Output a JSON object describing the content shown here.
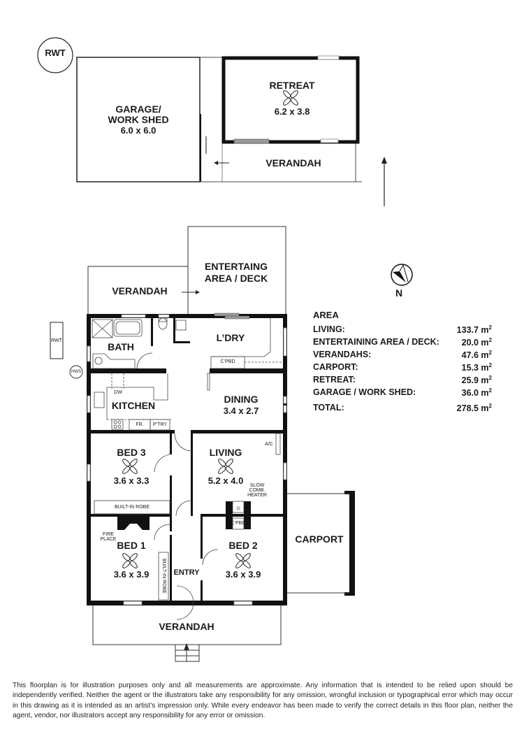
{
  "rooms": {
    "rwt_top": "RWT",
    "garage": {
      "name_line1": "GARAGE/",
      "name_line2": "WORK SHED",
      "dims": "6.0 x 6.0"
    },
    "retreat": {
      "name": "RETREAT",
      "dims": "6.2 x 3.8"
    },
    "verandah_rear_outbuilding": "VERANDAH",
    "entertaining": {
      "name_line1": "ENTERTAING",
      "name_line2": "AREA / DECK"
    },
    "verandah_rear": "VERANDAH",
    "bath": "BATH",
    "laundry": "L’DRY",
    "laundry_cupboard": "C’PBD",
    "rwt_side": "RWT",
    "hws": "HWS",
    "kitchen": {
      "name": "KITCHEN",
      "dw": "DW",
      "fridge": "FR.",
      "pantry": "P’TRY"
    },
    "dining": {
      "name": "DINING",
      "dims": "3.4 x 2.7"
    },
    "bed3": {
      "name": "BED 3",
      "dims": "3.6 x 3.3",
      "robe": "BUILT-IN ROBE"
    },
    "living": {
      "name": "LIVING",
      "dims": "5.2 x 4.0",
      "ac": "A/C",
      "heater_line1": "SLOW",
      "heater_line2": "COMB.",
      "heater_line3": "HEATER"
    },
    "bed1": {
      "name": "BED 1",
      "dims": "3.6 x 3.9",
      "fireplace_line1": "FIRE",
      "fireplace_line2": "PLACE",
      "robe": "BUILT-IN ROBE"
    },
    "bed2": {
      "name": "BED 2",
      "dims": "3.6 x 3.9",
      "cupboard": "C’PBD"
    },
    "entry": "ENTRY",
    "carport": "CARPORT",
    "verandah_front": "VERANDAH"
  },
  "compass": {
    "label": "N"
  },
  "area_table": {
    "title": "AREA",
    "rows": [
      {
        "label": "LIVING:",
        "value": "133.7 m",
        "unit_sup": "2"
      },
      {
        "label": "ENTERTAINING AREA / DECK:",
        "value": "20.0 m",
        "unit_sup": "2"
      },
      {
        "label": "VERANDAHS:",
        "value": "47.6 m",
        "unit_sup": "2"
      },
      {
        "label": "CARPORT:",
        "value": "15.3 m",
        "unit_sup": "2"
      },
      {
        "label": "RETREAT:",
        "value": "25.9 m",
        "unit_sup": "2"
      },
      {
        "label": "GARAGE / WORK SHED:",
        "value": "36.0 m",
        "unit_sup": "2"
      }
    ],
    "total": {
      "label": "TOTAL:",
      "value": "278.5 m",
      "unit_sup": "2"
    }
  },
  "disclaimer": "This floorplan is for illustration purposes only and all measurements are approximate. Any information that is intended to be relied upon should be independently verified. Neither the agent or the illustrators take any responsibility for any omission, wrongful inclusion or typographical error which may occur in this drawing as it is intended as an artist’s impression only. While every endeavor has been made to verify the correct details in this floor plan, neither the agent, vendor, nor illustrators accept any responsibility for any error or omission.",
  "colors": {
    "wall": "#111111",
    "line": "#333333",
    "window": "#888888",
    "background": "#ffffff"
  }
}
